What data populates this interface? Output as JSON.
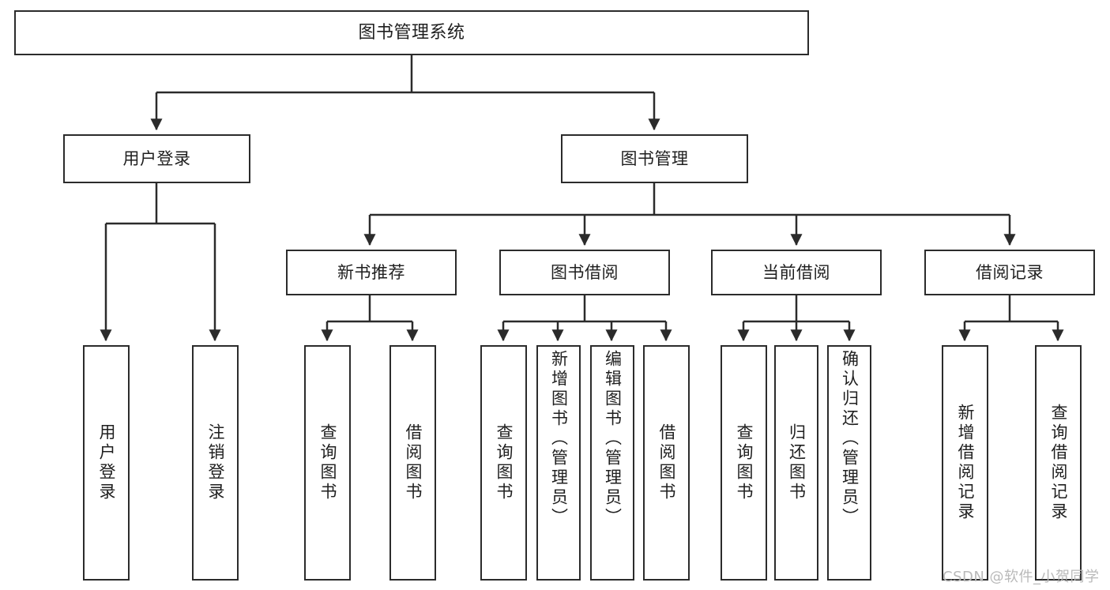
{
  "diagram": {
    "type": "tree-hierarchy-functional-decomposition",
    "title": "图书管理系统",
    "orientation": "top-down",
    "colors": {
      "stroke": "#2b2b2b",
      "box_fill": "#ffffff",
      "text": "#1f1f1f",
      "background": "#ffffff",
      "watermark": "#b9b9b9"
    },
    "root": {
      "id": "root",
      "label": "图书管理系统",
      "orientation": "horizontal"
    },
    "level2": [
      {
        "id": "user-login",
        "label": "用户登录",
        "orientation": "horizontal"
      },
      {
        "id": "book-management",
        "label": "图书管理",
        "orientation": "horizontal"
      }
    ],
    "level3": [
      {
        "id": "new-book-recommend",
        "label": "新书推荐",
        "orientation": "horizontal",
        "parent": "book-management"
      },
      {
        "id": "book-borrow",
        "label": "图书借阅",
        "orientation": "horizontal",
        "parent": "book-management"
      },
      {
        "id": "current-borrow",
        "label": "当前借阅",
        "orientation": "horizontal",
        "parent": "book-management"
      },
      {
        "id": "borrow-record",
        "label": "借阅记录",
        "orientation": "horizontal",
        "parent": "book-management"
      }
    ],
    "leaves": [
      {
        "id": "leaf-user-login",
        "label": "用户登录",
        "orientation": "vertical",
        "parent": "user-login"
      },
      {
        "id": "leaf-logout-login",
        "label": "注销登录",
        "orientation": "vertical",
        "parent": "user-login"
      },
      {
        "id": "leaf-query-book-1",
        "label": "查询图书",
        "orientation": "vertical",
        "parent": "new-book-recommend"
      },
      {
        "id": "leaf-borrow-book-1",
        "label": "借阅图书",
        "orientation": "vertical",
        "parent": "new-book-recommend"
      },
      {
        "id": "leaf-query-book-2",
        "label": "查询图书",
        "orientation": "vertical",
        "parent": "book-borrow"
      },
      {
        "id": "leaf-add-book-admin",
        "label": "新增图书（管理员）",
        "orientation": "vertical",
        "parent": "book-borrow"
      },
      {
        "id": "leaf-edit-book-admin",
        "label": "编辑图书（管理员）",
        "orientation": "vertical",
        "parent": "book-borrow"
      },
      {
        "id": "leaf-borrow-book-2",
        "label": "借阅图书",
        "orientation": "vertical",
        "parent": "book-borrow"
      },
      {
        "id": "leaf-query-book-3",
        "label": "查询图书",
        "orientation": "vertical",
        "parent": "current-borrow"
      },
      {
        "id": "leaf-return-book",
        "label": "归还图书",
        "orientation": "vertical",
        "parent": "current-borrow"
      },
      {
        "id": "leaf-confirm-return-admin",
        "label": "确认归还（管理员）",
        "orientation": "vertical",
        "parent": "current-borrow"
      },
      {
        "id": "leaf-add-borrow-record",
        "label": "新增借阅记录",
        "orientation": "vertical",
        "parent": "borrow-record"
      },
      {
        "id": "leaf-query-borrow-record",
        "label": "查询借阅记录",
        "orientation": "vertical",
        "parent": "borrow-record"
      }
    ]
  },
  "watermark": {
    "text": "CSDN @软件_小贺同学"
  }
}
